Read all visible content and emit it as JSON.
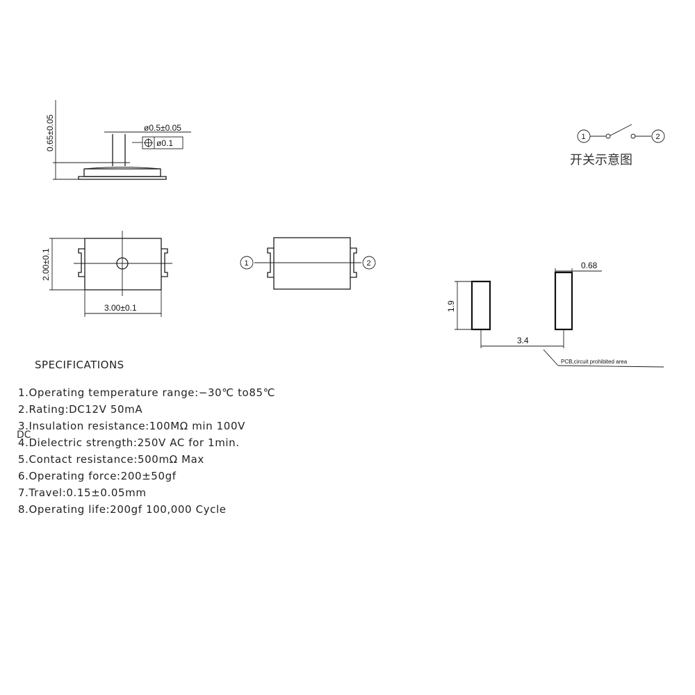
{
  "drawing": {
    "side_view": {
      "height_dim": "0.65±0.05",
      "stem_dim": "ø0.5±0.05",
      "position_tol": "ø0.1"
    },
    "top_view": {
      "height_dim": "2.00±0.1",
      "width_dim": "3.00±0.1"
    },
    "terminal_view": {
      "terminal_1": "1",
      "terminal_2": "2"
    },
    "schematic": {
      "terminal_1": "1",
      "terminal_2": "2",
      "caption": "开关示意图"
    },
    "pcb_layout": {
      "pad_width": "0.68",
      "pad_height": "1.9",
      "pad_spacing": "3.4",
      "note": "PCB,circuit prohibited area"
    }
  },
  "specifications": {
    "title": "SPECIFICATIONS",
    "items": [
      "1.Operating temperature range:−30℃ to85℃",
      "2.Rating:DC12V 50mA",
      "3.Insulation resistance:100MΩ  min 100V",
      "4.Dielectric strength:250V AC for 1min.",
      "5.Contact resistance:500mΩ Max",
      "6.Operating force:200±50gf",
      "7.Travel:0.15±0.05mm",
      "8.Operating life:200gf  100,000 Cycle"
    ],
    "overlap_fragment": "DC"
  }
}
